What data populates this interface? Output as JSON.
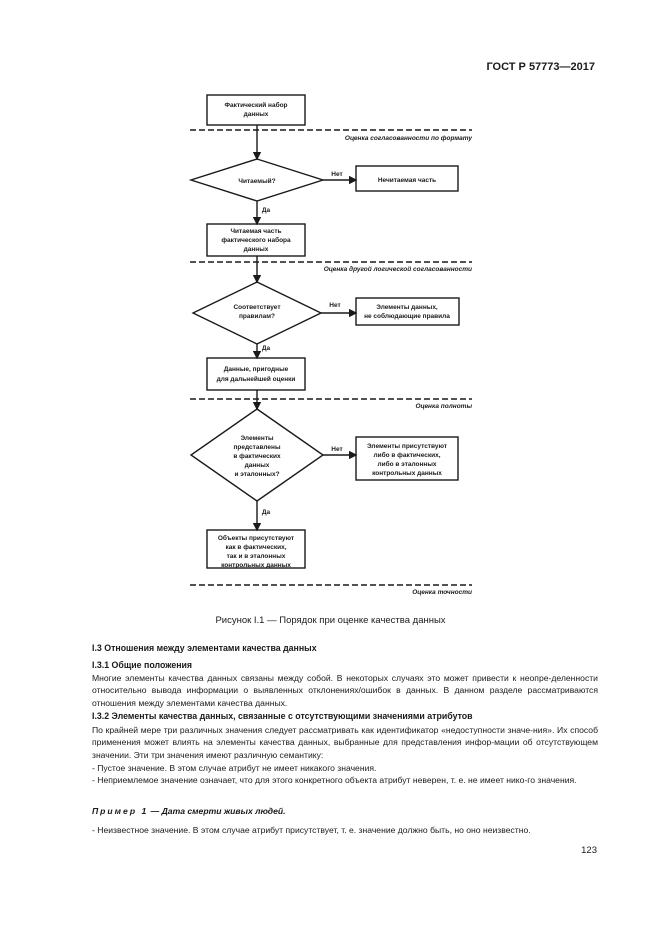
{
  "header": {
    "standard": "ГОСТ Р 57773—2017"
  },
  "flowchart": {
    "box1": [
      "Фактический набор",
      "данных"
    ],
    "sep1": "Оценка согласованности по формату",
    "dia1": "Читаемый?",
    "no1": "Нет",
    "side1": "Нечитаемая часть",
    "yes1": "Да",
    "box2": [
      "Читаемая часть",
      "фактического набора",
      "данных"
    ],
    "sep2": "Оценка другой логической согласованности",
    "dia2": [
      "Соответствует",
      "правилам?"
    ],
    "no2": "Нет",
    "side2": [
      "Элементы данных,",
      "не соблюдающие правила"
    ],
    "yes2": "Да",
    "box3": [
      "Данные, пригодные",
      "для дальнейшей оценки"
    ],
    "sep3": "Оценка полноты",
    "dia3": [
      "Элементы",
      "представлены",
      "в фактических",
      "данных",
      "и эталонных?"
    ],
    "no3": "Нет",
    "side3": [
      "Элементы присутствуют",
      "либо в фактических,",
      "либо в эталонных",
      "контрольных данных"
    ],
    "yes3": "Да",
    "box4": [
      "Объекты присутствуют",
      "как в фактических,",
      "так и в эталонных",
      "контрольных данных"
    ],
    "sep4": "Оценка точности"
  },
  "caption": "Рисунок I.1 — Порядок при оценке качества данных",
  "sections": {
    "s13": "I.3  Отношения между элементами качества данных",
    "s131": "I.3.1  Общие положения",
    "p1": "Многие элементы качества данных связаны между собой. В некоторых случаях это может привести к неопре-деленности относительно вывода информации о выявленных отклонениях/ошибок в данных. В данном разделе рассматриваются отношения между элементами качества данных.",
    "s132": "I.3.2  Элементы качества данных, связанные с отсутствующими значениями атрибутов",
    "p2": "По крайней мере три различных значения следует рассматривать как идентификатор «недоступности значе-ния». Их способ применения может влиять на элементы качества данных, выбранные для представления инфор-мации об отсутствующем значении. Эти три значения имеют различную семантику:",
    "li1": "-  Пустое значение. В этом случае атрибут не имеет никакого значения.",
    "li2": "-  Неприемлемое значение означает, что для этого конкретного объекта атрибут неверен, т. е. не имеет нико-го значения.",
    "example_label": "Пример  1",
    "example_text": " — Дата смерти живых людей.",
    "li3": "-  Неизвестное значение. В этом случае атрибут присутствует, т. е. значение должно быть, но оно неизвестно."
  },
  "page_number": "123"
}
